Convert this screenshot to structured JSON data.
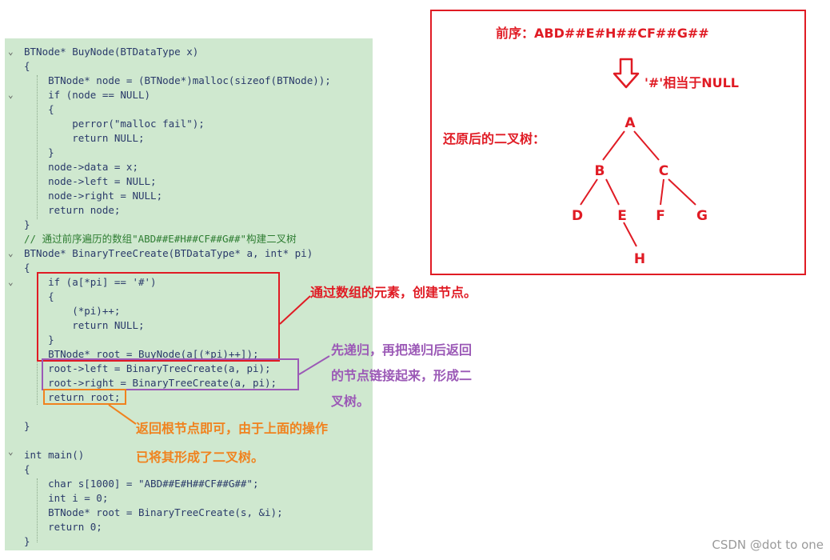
{
  "code": {
    "lines": [
      "BTNode* BuyNode(BTDataType x)",
      "{",
      "    BTNode* node = (BTNode*)malloc(sizeof(BTNode));",
      "    if (node == NULL)",
      "    {",
      "        perror(\"malloc fail\");",
      "        return NULL;",
      "    }",
      "    node->data = x;",
      "    node->left = NULL;",
      "    node->right = NULL;",
      "    return node;",
      "}",
      "// 通过前序遍历的数组\"ABD##E#H##CF##G##\"构建二叉树",
      "BTNode* BinaryTreeCreate(BTDataType* a, int* pi)",
      "{",
      "    if (a[*pi] == '#')",
      "    {",
      "        (*pi)++;",
      "        return NULL;",
      "    }",
      "    BTNode* root = BuyNode(a[(*pi)++]);",
      "    root->left = BinaryTreeCreate(a, pi);",
      "    root->right = BinaryTreeCreate(a, pi);",
      "    return root;",
      "",
      "}",
      "",
      "int main()",
      "{",
      "    char s[1000] = \"ABD##E#H##CF##G##\";",
      "    int i = 0;",
      "    BTNode* root = BinaryTreeCreate(s, &i);",
      "    return 0;",
      "}"
    ],
    "fold_marks": [
      "⌄",
      "⌄",
      "⌄",
      "⌄",
      "⌄"
    ]
  },
  "annotations": {
    "create_node": "通过数组的元素，创建节点。",
    "recurse": [
      "先递归，再把递归后返回",
      "的节点链接起来，形成二",
      "叉树。"
    ],
    "return_root": [
      "返回根节点即可，由于上面的操作",
      "已将其形成了二叉树。"
    ]
  },
  "tree_panel": {
    "preorder": "前序：ABD##E#H##CF##G##",
    "down_arrow_icon": "down-arrow-outline-icon",
    "hash_note": "'#'相当于NULL",
    "restored_label": "还原后的二叉树：",
    "nodes": [
      "A",
      "B",
      "C",
      "D",
      "E",
      "F",
      "G",
      "H"
    ]
  },
  "watermark": "CSDN @dot to one",
  "colors": {
    "code_bg": "#cfe8cf",
    "red": "#e01b24",
    "purple": "#9b59b6",
    "orange": "#f0821e",
    "comment": "#2e7d32"
  }
}
